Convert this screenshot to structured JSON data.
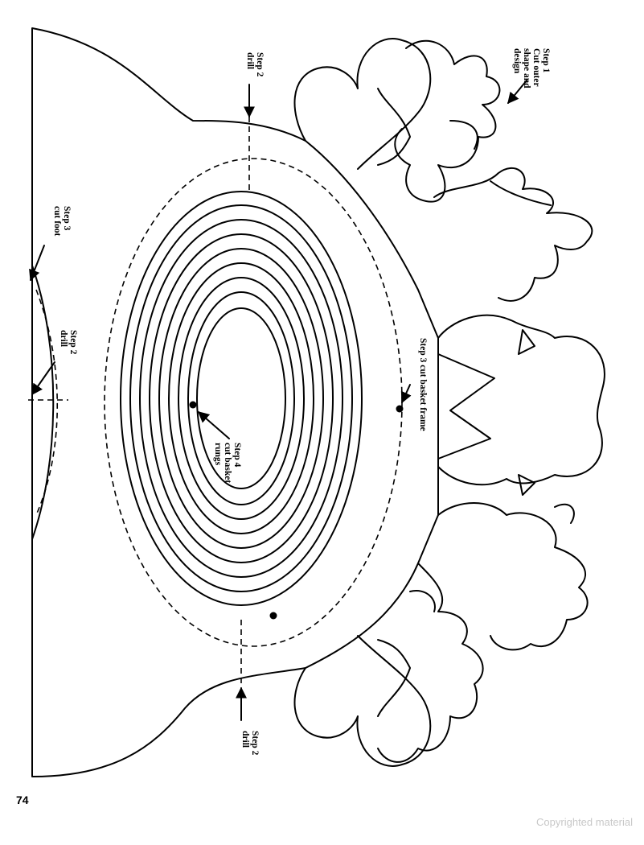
{
  "diagram": {
    "labels": {
      "step1": [
        "Step 1",
        "Cut outer",
        "shape and",
        "design"
      ],
      "step2_top": [
        "Step 2",
        "drill"
      ],
      "step2_left": [
        "Step 2",
        "drill"
      ],
      "step2_bottom": [
        "Step 2",
        "drill"
      ],
      "step3_foot": [
        "Step 3",
        "cut foot"
      ],
      "step3_frame": [
        "Step 3 cut basket frame"
      ],
      "step4": [
        "Step 4",
        "cut basket",
        "rungs"
      ]
    }
  },
  "footer": {
    "page_number": "74",
    "copyright": "Copyrighted material"
  }
}
